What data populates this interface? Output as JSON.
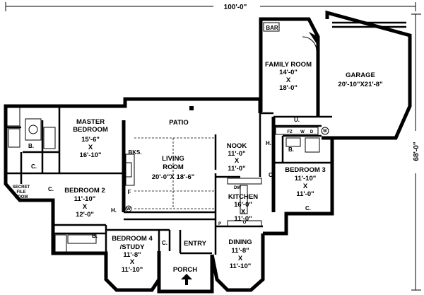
{
  "dimensions": {
    "width_label": "100'-0\"",
    "depth_label": "68'-0\""
  },
  "rooms": {
    "bar": {
      "name": "BAR"
    },
    "family_room": {
      "name": "FAMILY ROOM",
      "w": "14'-0\"",
      "x": "X",
      "d": "18'-0\""
    },
    "garage": {
      "name": "GARAGE",
      "size": "20'-10\"X21'-8\""
    },
    "master_bedroom": {
      "name1": "MASTER",
      "name2": "BEDROOM",
      "w": "15'-6\"",
      "x": "X",
      "d": "16'-10\""
    },
    "patio": {
      "name": "PATIO"
    },
    "living_room": {
      "name1": "LIVING",
      "name2": "ROOM",
      "size": "20'-0\"X 18'-6\""
    },
    "nook": {
      "name": "NOOK",
      "w": "11'-0\"",
      "x": "X",
      "d": "11'-0\""
    },
    "bedroom3": {
      "name": "BEDROOM 3",
      "w": "11'-10\"",
      "x": "X",
      "d": "11'-0\""
    },
    "bedroom2": {
      "name": "BEDROOM 2",
      "w": "11'-10\"",
      "x": "X",
      "d": "12'-0\""
    },
    "kitchen": {
      "name": "KITCHEN",
      "w": "16'-0\"",
      "x": "X",
      "d": "11'-0\""
    },
    "bedroom4": {
      "name1": "BEDROOM 4",
      "name2": "/STUDY",
      "w": "11'-8\"",
      "x": "X",
      "d": "11'-10\""
    },
    "dining": {
      "name": "DINING",
      "w": "11'-8\"",
      "x": "X",
      "d": "11'-10\""
    },
    "entry": {
      "name": "ENTRY"
    },
    "porch": {
      "name": "PORCH"
    },
    "secret_file_room": {
      "name1": "SECRET",
      "name2": "FILE",
      "name3": "ROOM"
    }
  },
  "small_labels": {
    "b": "B.",
    "c": "C.",
    "h": "H.",
    "u": "U.",
    "bks": "BKS.",
    "f": "F",
    "w": "W",
    "p": "P",
    "o": "O",
    "d": "D",
    "fz": "FZ",
    "dw": "DW"
  }
}
